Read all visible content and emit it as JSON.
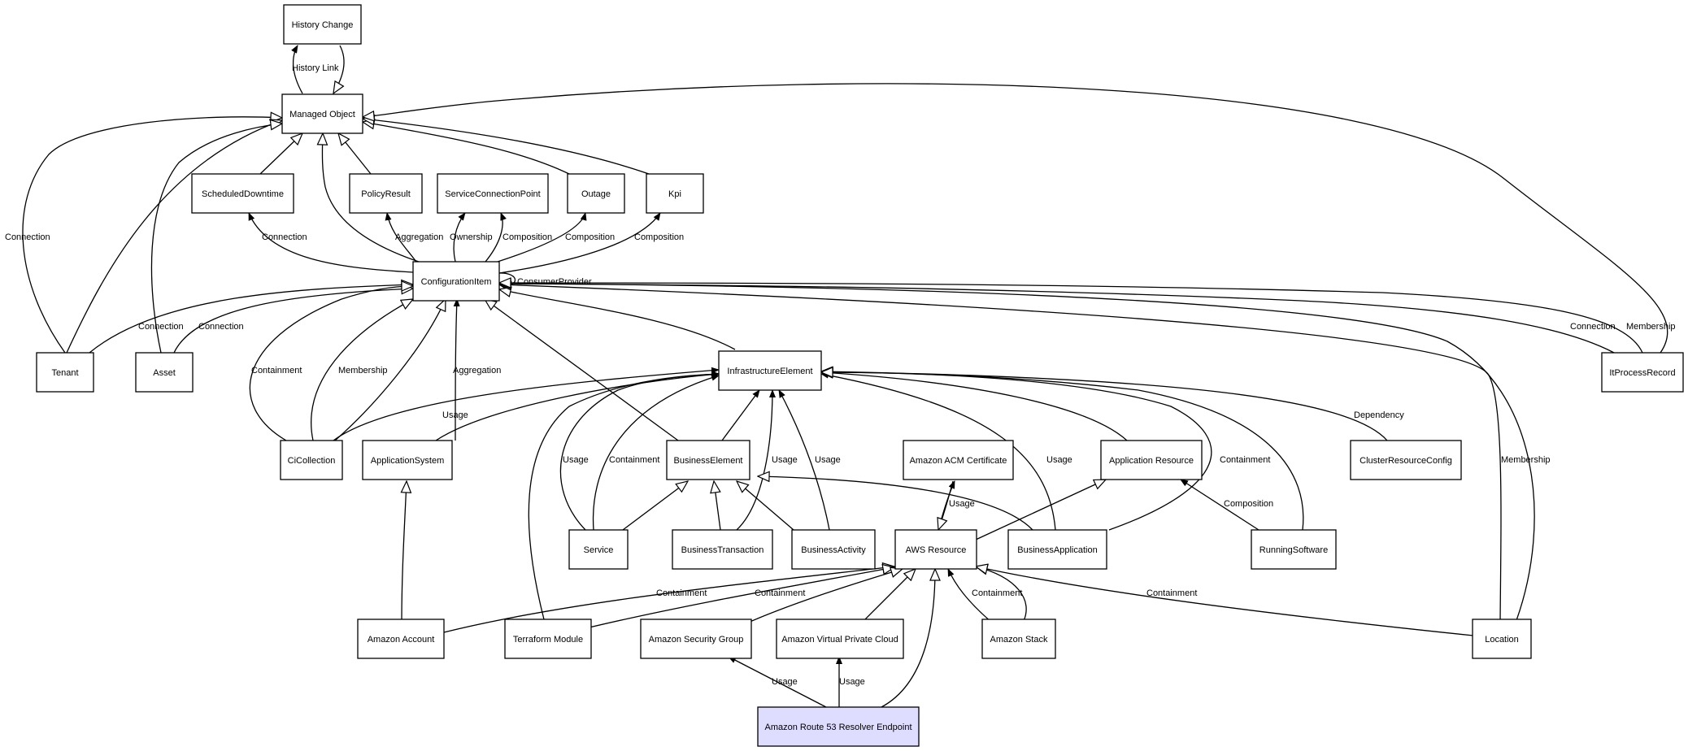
{
  "nodes": {
    "history_change": "History Change",
    "managed_object": "Managed Object",
    "scheduled_downtime": "ScheduledDowntime",
    "policy_result": "PolicyResult",
    "service_connection_point": "ServiceConnectionPoint",
    "outage": "Outage",
    "kpi": "Kpi",
    "configuration_item": "ConfigurationItem",
    "tenant": "Tenant",
    "asset": "Asset",
    "infrastructure_element": "InfrastructureElement",
    "it_process_record": "ItProcessRecord",
    "ci_collection": "CiCollection",
    "application_system": "ApplicationSystem",
    "business_element": "BusinessElement",
    "amazon_acm_certificate": "Amazon ACM Certificate",
    "application_resource": "Application Resource",
    "cluster_resource_config": "ClusterResourceConfig",
    "service": "Service",
    "business_transaction": "BusinessTransaction",
    "business_activity": "BusinessActivity",
    "aws_resource": "AWS Resource",
    "business_application": "BusinessApplication",
    "running_software": "RunningSoftware",
    "amazon_account": "Amazon Account",
    "terraform_module": "Terraform Module",
    "amazon_security_group": "Amazon Security Group",
    "amazon_vpc": "Amazon Virtual Private Cloud",
    "amazon_stack": "Amazon Stack",
    "location": "Location",
    "amazon_route53_resolver_endpoint": "Amazon Route 53 Resolver Endpoint"
  },
  "edge_labels": {
    "history_link": "History Link",
    "connection": "Connection",
    "aggregation": "Aggregation",
    "ownership": "Ownership",
    "composition": "Composition",
    "consumer_provider": "ConsumerProvider",
    "containment": "Containment",
    "membership": "Membership",
    "usage": "Usage",
    "dependency": "Dependency"
  },
  "colors": {
    "highlight_node_fill": "#dedcff",
    "default_node_fill": "#ffffff",
    "stroke": "#000000"
  }
}
